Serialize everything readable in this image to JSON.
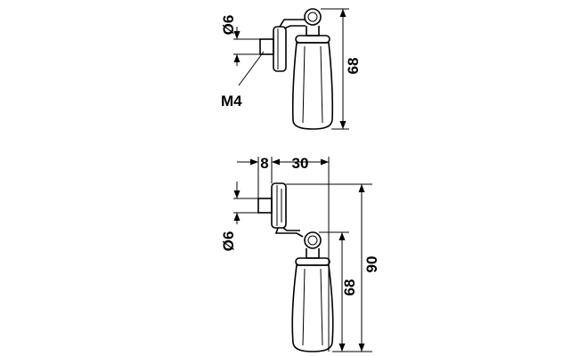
{
  "colors": {
    "line": "#000000",
    "background": "#ffffff",
    "knob_shade": "#cfcfcf"
  },
  "top_view": {
    "diameter_label": "Ø6",
    "thread_label": "M4",
    "height_label": "68"
  },
  "bottom_view": {
    "offset_label": "8",
    "depth_label": "30",
    "diameter_label": "Ø6",
    "height_label": "68",
    "total_height_label": "90"
  }
}
